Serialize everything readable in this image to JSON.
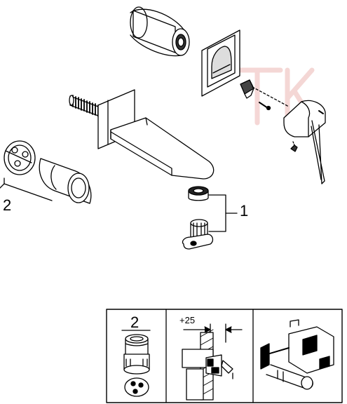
{
  "callouts": {
    "item_1": "1",
    "item_2": "2"
  },
  "info_panel": {
    "quantity_label": "2",
    "depth_label": "+25"
  },
  "colors": {
    "line": "#000000",
    "watermark": "#e8a7a4"
  }
}
